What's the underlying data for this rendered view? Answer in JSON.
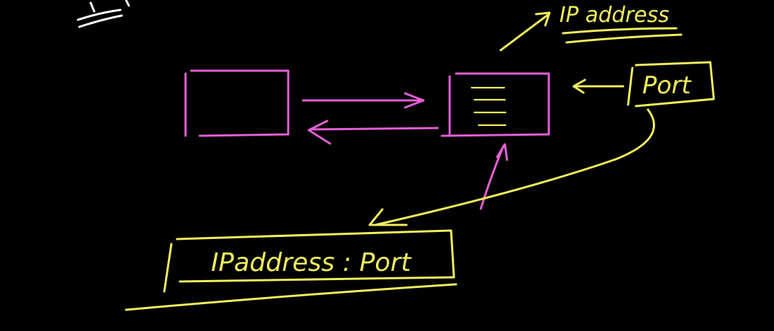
{
  "labels": {
    "ip_address": "IP address",
    "port": "Port",
    "ip_port": "IPaddress : Port"
  },
  "colors": {
    "background": "#000000",
    "yellow_ink": "#f2ef5c",
    "pink_ink": "#e45fd6",
    "white_ink": "#ffffff"
  }
}
